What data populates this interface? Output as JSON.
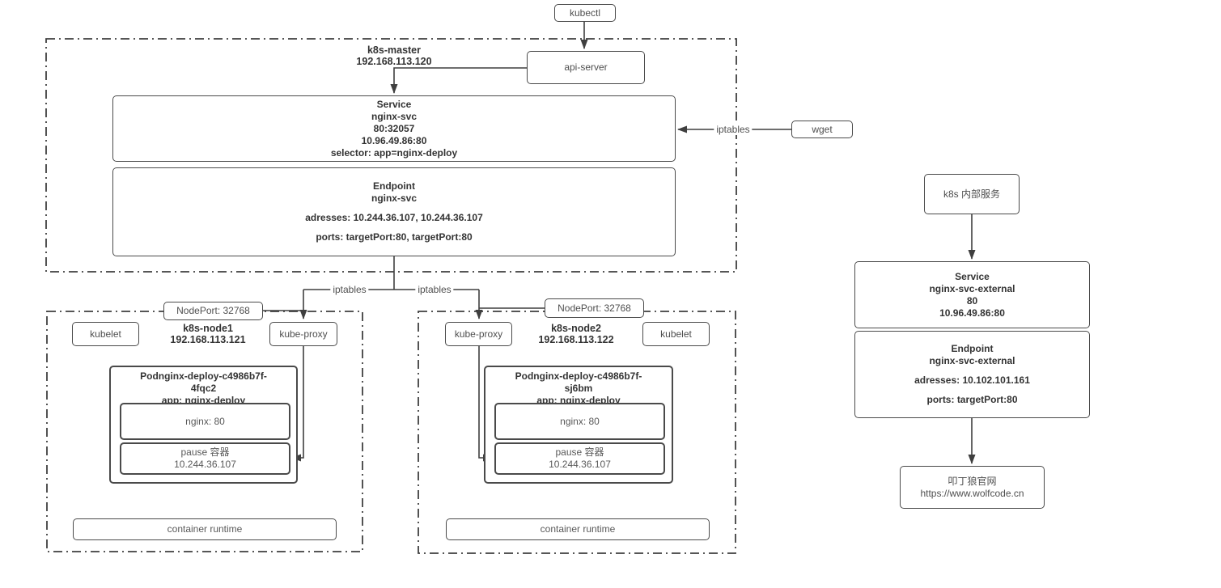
{
  "colors": {
    "line": "#3f3f3f",
    "border": "#4a4a4a",
    "text_dark": "#333333",
    "text_gray": "#595959"
  },
  "kubectl": {
    "label": "kubectl"
  },
  "api_server": {
    "label": "api-server"
  },
  "wget": {
    "label": "wget"
  },
  "iptables_wget": "iptables",
  "iptables_left": "iptables",
  "iptables_right": "iptables",
  "master": {
    "title": "k8s-master",
    "ip": "192.168.113.120",
    "service": {
      "title": "Service",
      "name": "nginx-svc",
      "ports": "80:32057",
      "cluster_ip": "10.96.49.86:80",
      "selector": "selector: app=nginx-deploy"
    },
    "endpoint": {
      "title": "Endpoint",
      "name": "nginx-svc",
      "addresses": "adresses: 10.244.36.107, 10.244.36.107",
      "ports": "ports: targetPort:80, targetPort:80"
    }
  },
  "node1": {
    "title": "k8s-node1",
    "ip": "192.168.113.121",
    "nodeport": "NodePort: 32768",
    "kubelet": "kubelet",
    "kube_proxy": "kube-proxy",
    "pod": {
      "name_l1": "Podnginx-deploy-c4986b7f-",
      "name_l2": "4fqc2",
      "app": "app: nginx-deploy",
      "nginx": "nginx: 80",
      "pause_l1": "pause 容器",
      "pause_l2": "10.244.36.107"
    },
    "container_runtime": "container runtime"
  },
  "node2": {
    "title": "k8s-node2",
    "ip": "192.168.113.122",
    "nodeport": "NodePort: 32768",
    "kubelet": "kubelet",
    "kube_proxy": "kube-proxy",
    "pod": {
      "name_l1": "Podnginx-deploy-c4986b7f-",
      "name_l2": "sj6bm",
      "app": "app: nginx-deploy",
      "nginx": "nginx: 80",
      "pause_l1": "pause 容器",
      "pause_l2": "10.244.36.107"
    },
    "container_runtime": "container runtime"
  },
  "external": {
    "entry": "k8s 内部服务",
    "service": {
      "title": "Service",
      "name": "nginx-svc-external",
      "port": "80",
      "ip": "10.96.49.86:80"
    },
    "endpoint": {
      "title": "Endpoint",
      "name": "nginx-svc-external",
      "addresses": "adresses: 10.102.101.161",
      "ports": "ports: targetPort:80"
    },
    "website": {
      "name": "叩丁狼官网",
      "url": "https://www.wolfcode.cn"
    }
  }
}
